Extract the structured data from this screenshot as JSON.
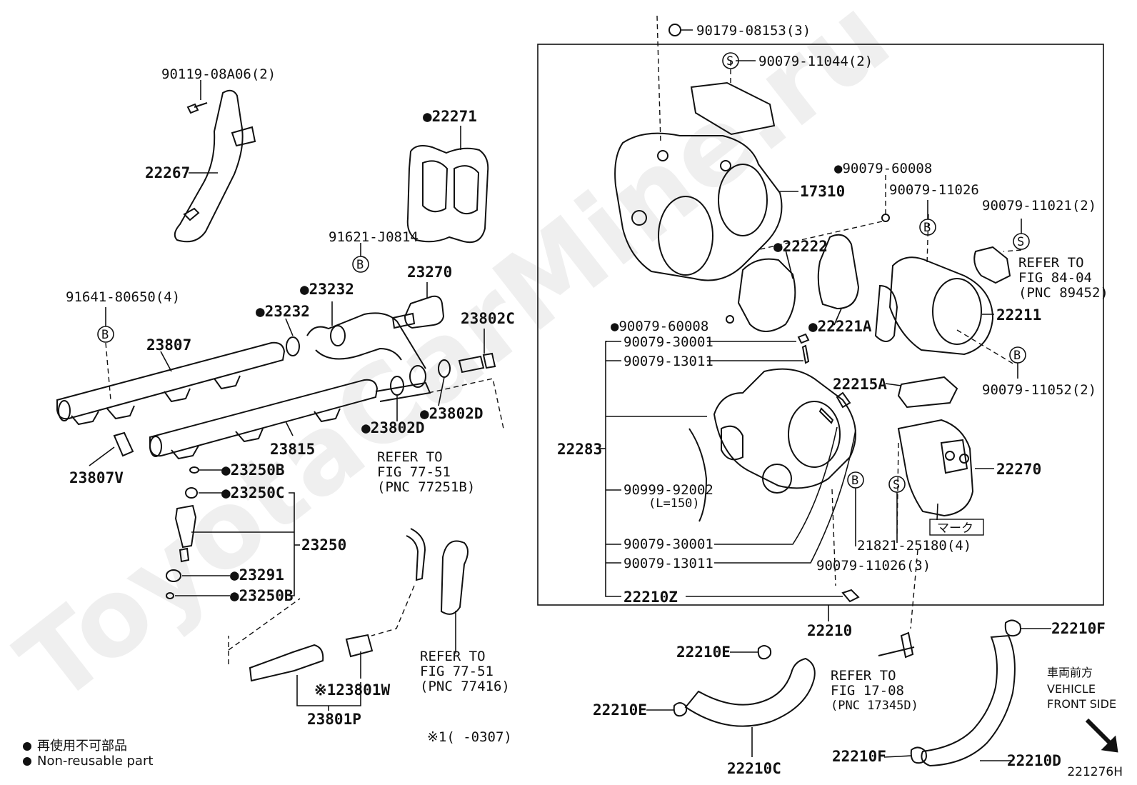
{
  "watermark": "ToyotaCarMine.ru",
  "labels": {
    "p90119": "90119-08A06(2)",
    "p22267": "22267",
    "p22271": "●22271",
    "p91621": "91621-J0814",
    "p23270": "23270",
    "p91641": "91641-80650(4)",
    "p23232a": "●23232",
    "p23232b": "●23232",
    "p23802c": "23802C",
    "p23807": "23807",
    "p23815": "23815",
    "p23802d1": "●23802D",
    "p23802d2": "●23802D",
    "p23807v": "23807V",
    "p23250b1": "●23250B",
    "p23250c": "●23250C",
    "p23250": "23250",
    "p23291": "●23291",
    "p23250b2": "●23250B",
    "ref77251_1": "REFER TO",
    "ref77251_2": "FIG 77-51",
    "ref77251_3": "(PNC 77251B)",
    "ref77416_1": "REFER TO",
    "ref77416_2": "FIG 77-51",
    "ref77416_3": "(PNC 77416)",
    "p23801w": "※123801W",
    "p23801p": "23801P",
    "note0307": "※1(    -0307)",
    "p90179": "90179-08153(3)",
    "p90079_11044": "90079-11044(2)",
    "p17310": "17310",
    "p90079_60008a": "●90079-60008",
    "p90079_11026": "90079-11026",
    "p90079_11021": "90079-11021(2)",
    "ref84_1": "REFER TO",
    "ref84_2": "FIG 84-04",
    "ref84_3": "(PNC 89452)",
    "p22222": "●22222",
    "p22211": "22211",
    "p90079_60008b": "●90079-60008",
    "p22221a": "●22221A",
    "p90079_30001a": "90079-30001",
    "p90079_13011a": "90079-13011",
    "p90079_11052": "90079-11052(2)",
    "p22215a": "22215A",
    "p22283": "22283",
    "p22270": "22270",
    "p90999": "90999-92002",
    "p90999len": "(L=150)",
    "mark": "マーク",
    "p90079_30001b": "90079-30001",
    "p90079_13011b": "90079-13011",
    "p21821": "21821-25180(4)",
    "p90079_11026_3": "90079-11026(3)",
    "p22210z": "22210Z",
    "p22210": "22210",
    "p22210f1": "22210F",
    "p22210e1": "22210E",
    "p22210e2": "22210E",
    "p22210c": "22210C",
    "ref17_1": "REFER TO",
    "ref17_2": "FIG 17-08",
    "ref17_3": "(PNC 17345D)",
    "p22210f2": "22210F",
    "p22210d": "22210D",
    "front_jp": "車両前方",
    "front_en1": "VEHICLE",
    "front_en2": "FRONT SIDE",
    "badge_b": "B",
    "badge_s": "S"
  },
  "legend": {
    "jp": "再使用不可部品",
    "en": "Non-reusable part"
  },
  "figure_id": "221276H"
}
